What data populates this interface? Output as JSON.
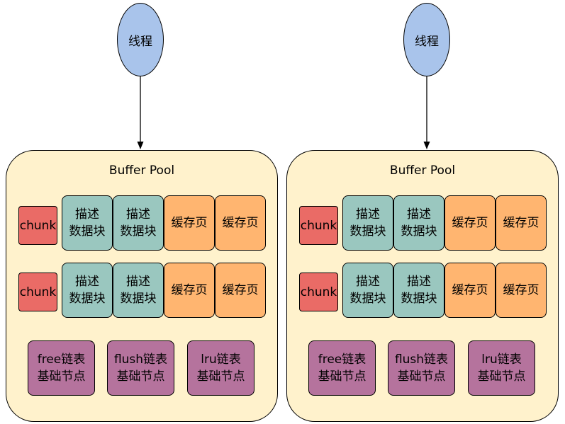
{
  "colors": {
    "thread": "#a9c4eb",
    "buffer_pool": "#fff2cc",
    "chunk": "#ea6b66",
    "description_block": "#9ac7bf",
    "cache_page": "#ffb570",
    "list_base_node": "#b5739d"
  },
  "diagram": {
    "thread_label": "线程",
    "pool_title": "Buffer Pool",
    "chunk_label": "chunk",
    "desc_line1": "描述",
    "desc_line2": "数据块",
    "page_label": "缓存页",
    "free_line1": "free链表",
    "flush_line1": "flush链表",
    "lru_line1": "lru链表",
    "node_line2": "基础节点"
  }
}
